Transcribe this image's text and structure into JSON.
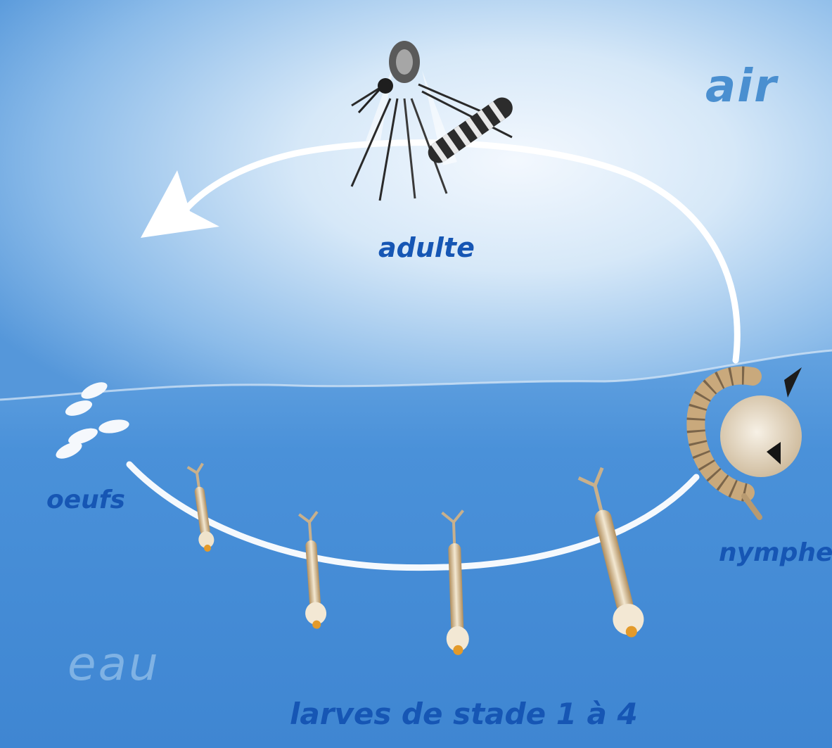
{
  "labels": {
    "air": "air",
    "adulte": "adulte",
    "oeufs": "oeufs",
    "nymphe": "nymphe",
    "eau": "eau",
    "larves": "larves de stade 1 à 4"
  },
  "colors": {
    "sky_top": "#4f8fd6",
    "sky_light": "#f3f8fe",
    "water": "#4a91d9",
    "water_deep": "#3f86d2",
    "label_dark": "#1656b4",
    "label_light": "#7fb2e4",
    "cycle_arrow": "#ffffff"
  },
  "icons": [
    "mosquito-adult-icon",
    "eggs-icon",
    "larva-icon",
    "pupa-icon",
    "cycle-arrow-icon"
  ]
}
